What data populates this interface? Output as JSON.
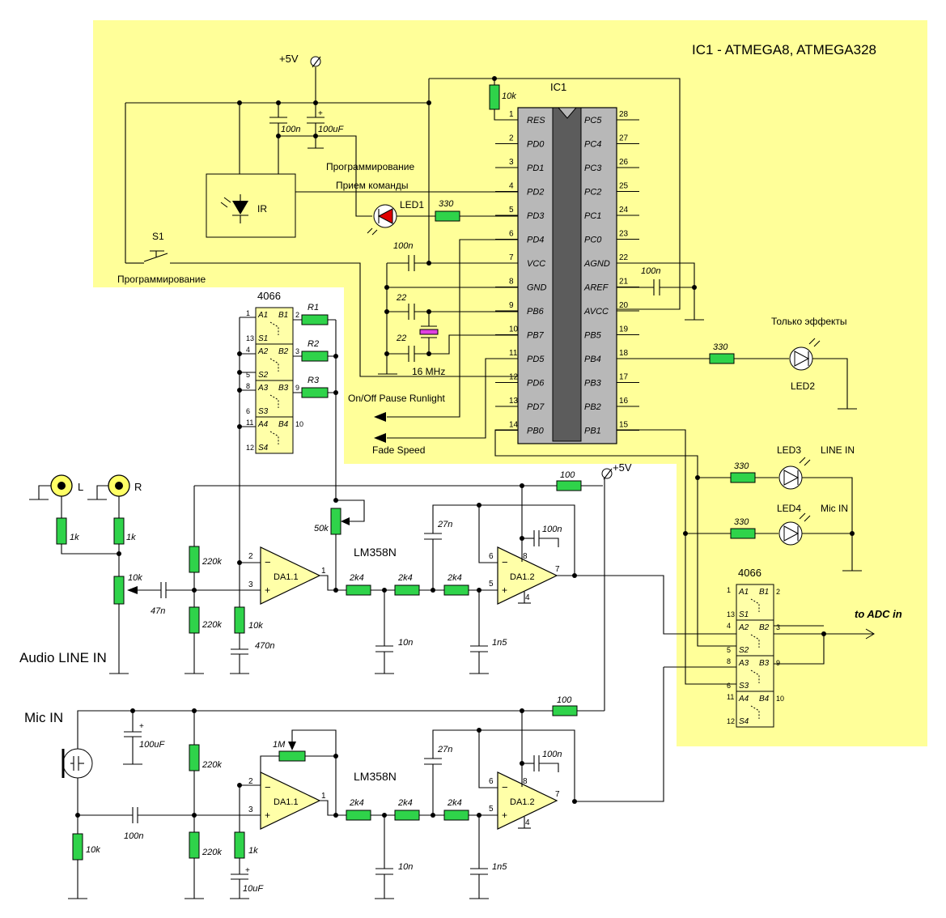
{
  "title": "IC1 - ATMEGA8, ATMEGA328",
  "ic": {
    "name": "IC1",
    "left_pins": [
      {
        "num": "1",
        "name": "RES"
      },
      {
        "num": "2",
        "name": "PD0"
      },
      {
        "num": "3",
        "name": "PD1"
      },
      {
        "num": "4",
        "name": "PD2"
      },
      {
        "num": "5",
        "name": "PD3"
      },
      {
        "num": "6",
        "name": "PD4"
      },
      {
        "num": "7",
        "name": "VCC"
      },
      {
        "num": "8",
        "name": "GND"
      },
      {
        "num": "9",
        "name": "PB6"
      },
      {
        "num": "10",
        "name": "PB7"
      },
      {
        "num": "11",
        "name": "PD5"
      },
      {
        "num": "12",
        "name": "PD6"
      },
      {
        "num": "13",
        "name": "PD7"
      },
      {
        "num": "14",
        "name": "PB0"
      }
    ],
    "right_pins": [
      {
        "num": "28",
        "name": "PC5"
      },
      {
        "num": "27",
        "name": "PC4"
      },
      {
        "num": "26",
        "name": "PC3"
      },
      {
        "num": "25",
        "name": "PC2"
      },
      {
        "num": "24",
        "name": "PC1"
      },
      {
        "num": "23",
        "name": "PC0"
      },
      {
        "num": "22",
        "name": "AGND"
      },
      {
        "num": "21",
        "name": "AREF"
      },
      {
        "num": "20",
        "name": "AVCC"
      },
      {
        "num": "19",
        "name": "PB5"
      },
      {
        "num": "18",
        "name": "PB4"
      },
      {
        "num": "17",
        "name": "PB3"
      },
      {
        "num": "16",
        "name": "PB2"
      },
      {
        "num": "15",
        "name": "PB1"
      }
    ]
  },
  "labels": {
    "vcc_top": "+5V",
    "vcc_mid": "+5V",
    "prog_top": "Программирование",
    "prog_bottom": "Программирование",
    "cmd": "Прием команды",
    "ir": "IR",
    "s1": "S1",
    "led1": "LED1",
    "led2": "LED2",
    "led3": "LED3",
    "led4": "LED4",
    "only_effects": "Только эффекты",
    "line_in_led": "LINE IN",
    "mic_in_led": "Mic IN",
    "crystal": "16 MHz",
    "onoff": "On/Off Pause Runlight",
    "fade": "Fade Speed",
    "chip_4066_top": "4066",
    "chip_4066_right": "4066",
    "lm358_top": "LM358N",
    "lm358_bottom": "LM358N",
    "audio_line_in": "Audio LINE IN",
    "mic_in": "Mic IN",
    "to_adc": "to ADC in",
    "ch_l": "L",
    "ch_r": "R",
    "da_a_top": "DA1.1",
    "da_b_top": "DA1.2",
    "da_a_bot": "DA1.1",
    "da_b_bot": "DA1.2"
  },
  "values": {
    "r_10k_top": "10k",
    "c_100n_top": "100n",
    "c_100uf_top": "100uF",
    "r_330_led1": "330",
    "c_100n_vcc": "100n",
    "c_100n_aref": "100n",
    "c_22_a": "22",
    "c_22_b": "22",
    "r_330_led2": "330",
    "r_330_led3": "330",
    "r_330_led4": "330",
    "r1": "R1",
    "r2": "R2",
    "r3": "R3",
    "r_1k_l": "1k",
    "r_1k_r": "1k",
    "pot_10k": "10k",
    "c_47n": "47n",
    "r_220k_a": "220k",
    "r_220k_b": "220k",
    "r_10k_a": "10k",
    "c_470n": "470n",
    "pot_50k": "50k",
    "r_100_a": "100",
    "c_27n_a": "27n",
    "c_100n_a": "100n",
    "r_2k4_a1": "2k4",
    "r_2k4_a2": "2k4",
    "r_2k4_a3": "2k4",
    "c_10n_a": "10n",
    "c_1n5_a": "1n5",
    "r_100_b": "100",
    "c_100uf_mic": "100uF",
    "r_220k_c": "220k",
    "r_220k_d": "220k",
    "pot_1m": "1M",
    "c_27n_b": "27n",
    "c_100n_b": "100n",
    "c_100n_mic": "100n",
    "r_10k_mic": "10k",
    "r_1k_b": "1k",
    "c_10uf": "10uF",
    "r_2k4_b1": "2k4",
    "r_2k4_b2": "2k4",
    "r_2k4_b3": "2k4",
    "c_10n_b": "10n",
    "c_1n5_b": "1n5"
  },
  "switch_labels": {
    "a": [
      "A1",
      "A2",
      "A3",
      "A4"
    ],
    "b": [
      "B1",
      "B2",
      "B3",
      "B4"
    ],
    "s": [
      "S1",
      "S2",
      "S3",
      "S4"
    ]
  },
  "pin_nums": {
    "top_4066_left": [
      "1",
      "13",
      "4",
      "5",
      "8",
      "6",
      "11",
      "12"
    ],
    "top_4066_right": [
      "2",
      "3",
      "9",
      "10"
    ],
    "right_4066_left": [
      "1",
      "13",
      "4",
      "5",
      "8",
      "6",
      "11",
      "12"
    ],
    "right_4066_right": [
      "2",
      "3",
      "9",
      "10"
    ],
    "opamp_in": [
      "2",
      "3",
      "6",
      "5",
      "1",
      "7",
      "8",
      "4"
    ]
  },
  "colors": {
    "background_yellow": "#ffff99",
    "resistor_green": "#2fd34a",
    "ic_grey": "#b8b8b8",
    "led1_red": "#e00000",
    "crystal_magenta": "#e040e0",
    "opamp_fill": "#ffffa8"
  }
}
